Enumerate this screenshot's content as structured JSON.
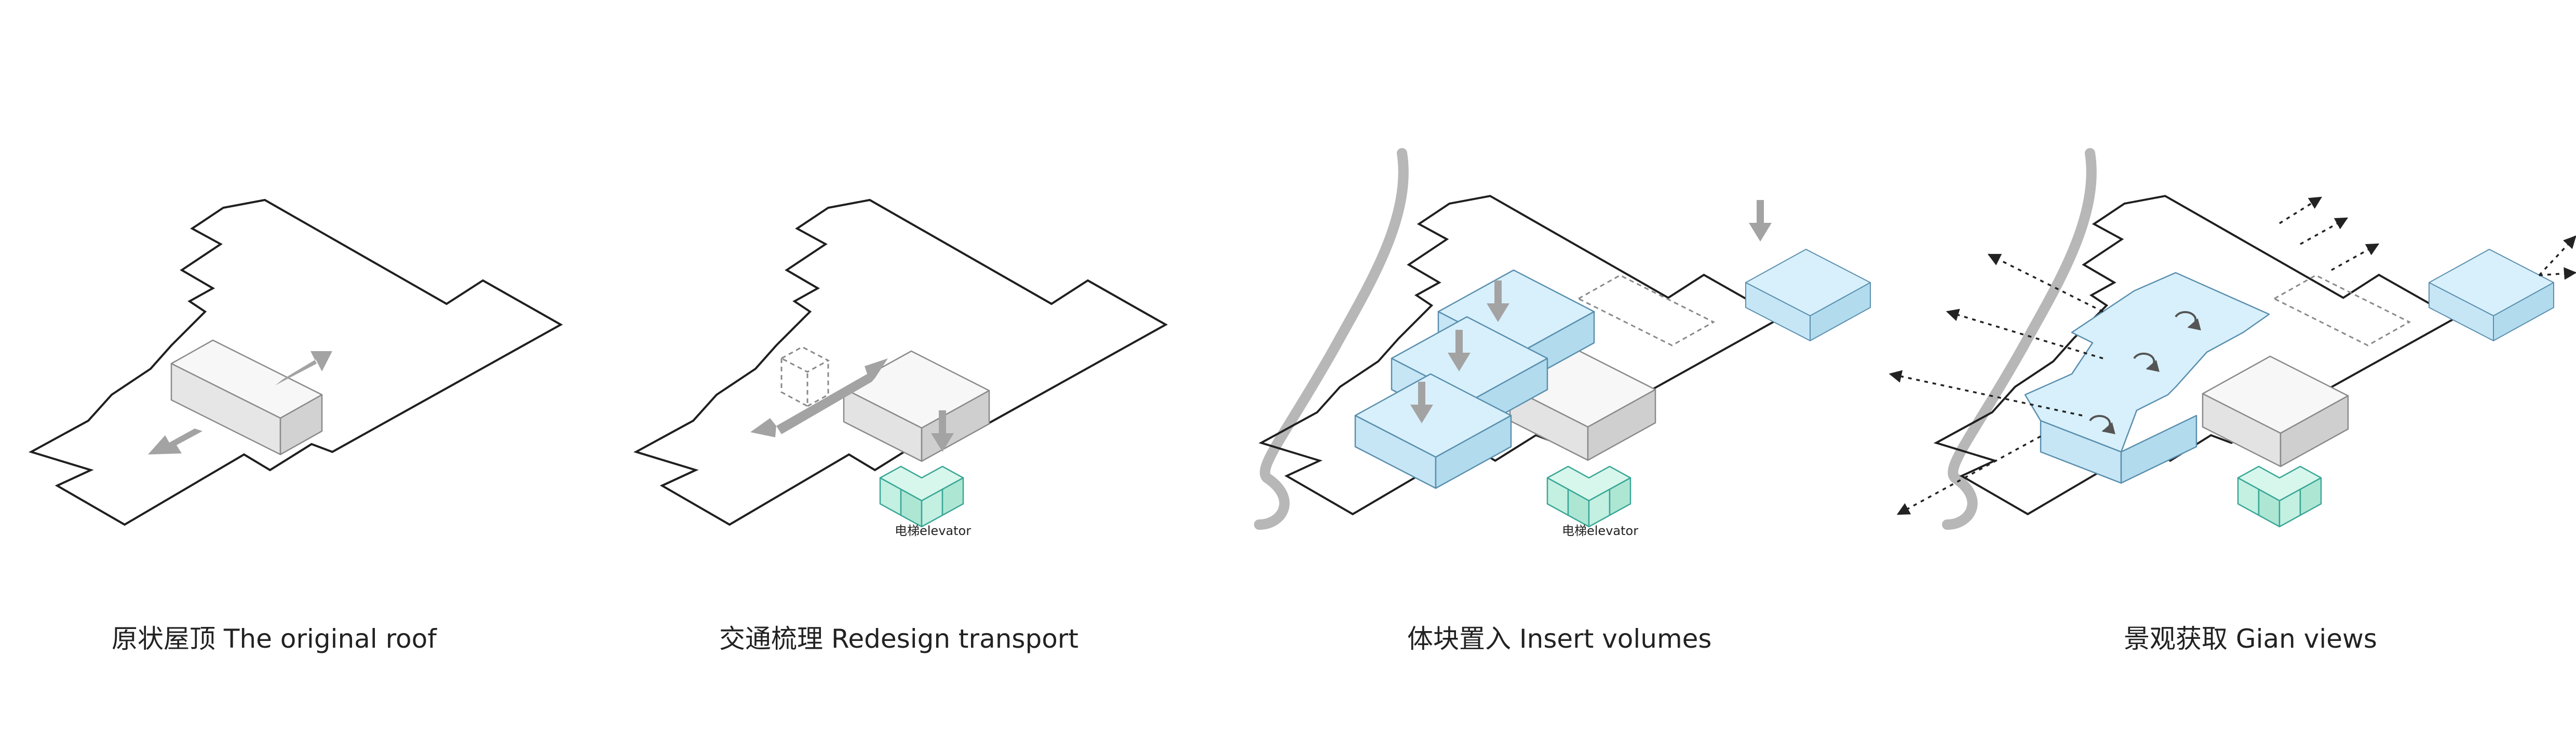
{
  "panels": [
    {
      "title": "原状屋顶 The original roof"
    },
    {
      "title": "交通梳理 Redesign transport",
      "label": "电梯elevator"
    },
    {
      "title": "体块置入 Insert volumes",
      "label": "电梯elevator"
    },
    {
      "title": "景观获取 Gian views"
    }
  ],
  "colors": {
    "roof_outline": "#1f1f1f",
    "existing_block": "#eeeeee",
    "inserted_volume": "#cfe9f6",
    "elevator": "#c8f3e6",
    "arrow": "#a3a3a3",
    "river": "#b7b7b7"
  }
}
